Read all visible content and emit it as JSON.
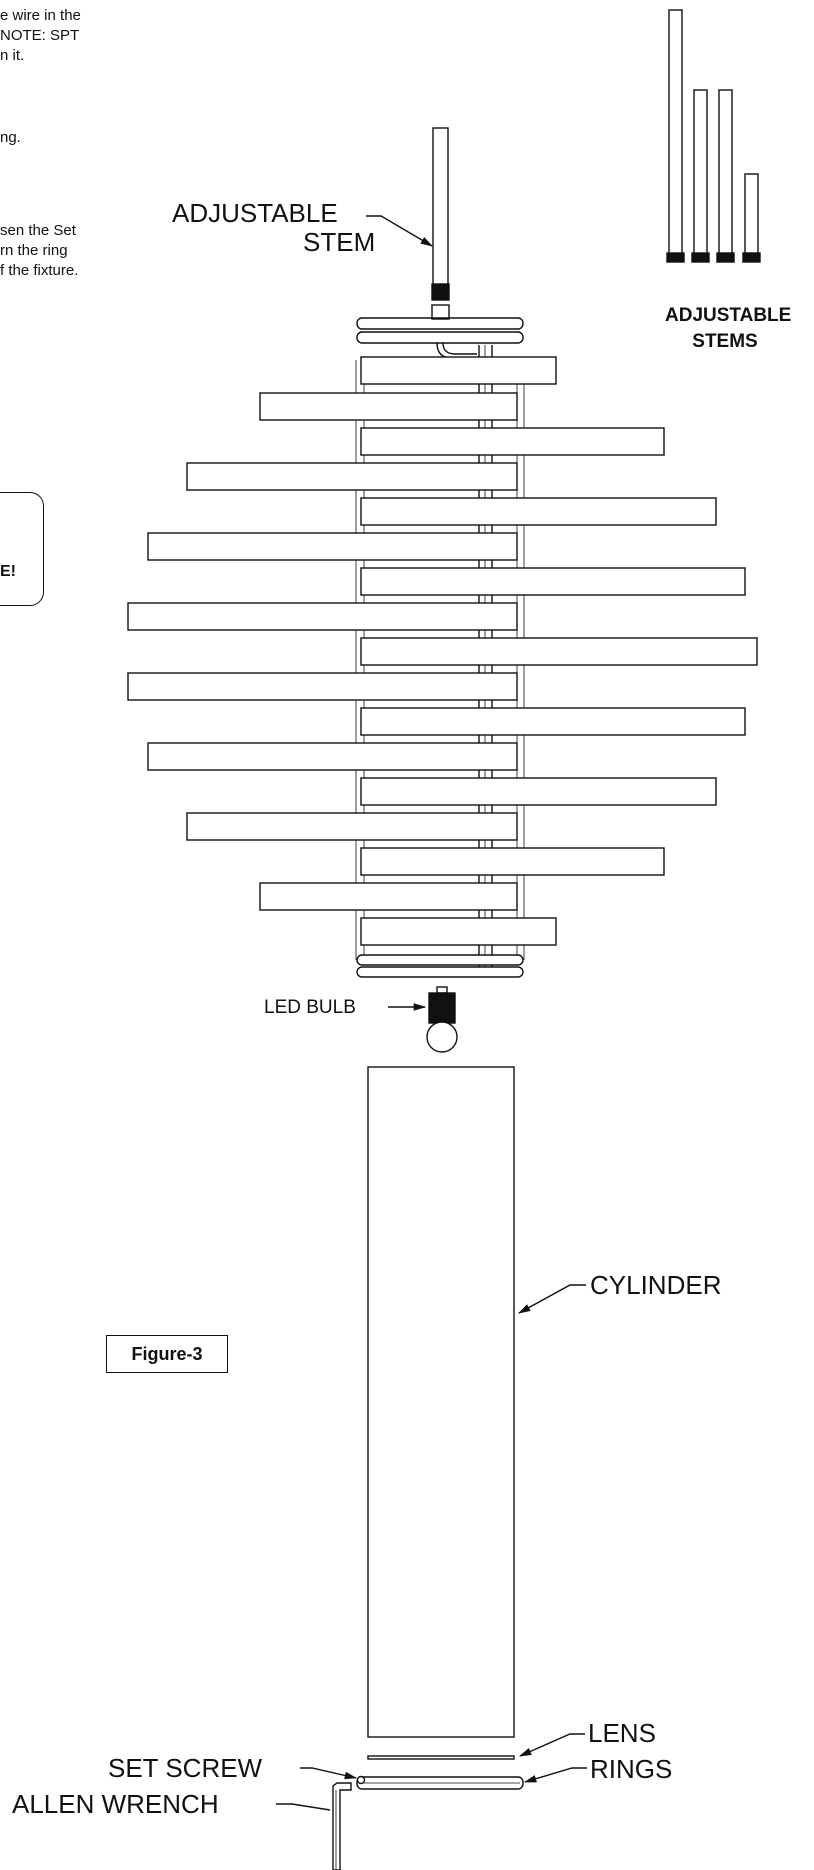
{
  "instructions_fragments": [
    "e wire in the",
    "NOTE: SPT",
    "n it.",
    "ng.",
    "sen the Set",
    "rn the ring",
    "f the fixture."
  ],
  "note_fragment": "E!",
  "labels": {
    "adjustable_stem_line1": "ADJUSTABLE",
    "adjustable_stem_line2": "STEM",
    "adjustable_stems_line1": "ADJUSTABLE",
    "adjustable_stems_line2": "STEMS",
    "led_bulb": "LED BULB",
    "cylinder": "CYLINDER",
    "figure": "Figure-3",
    "lens": "LENS",
    "rings": "RINGS",
    "set_screw": "SET SCREW",
    "allen_wrench": "ALLEN WRENCH"
  }
}
